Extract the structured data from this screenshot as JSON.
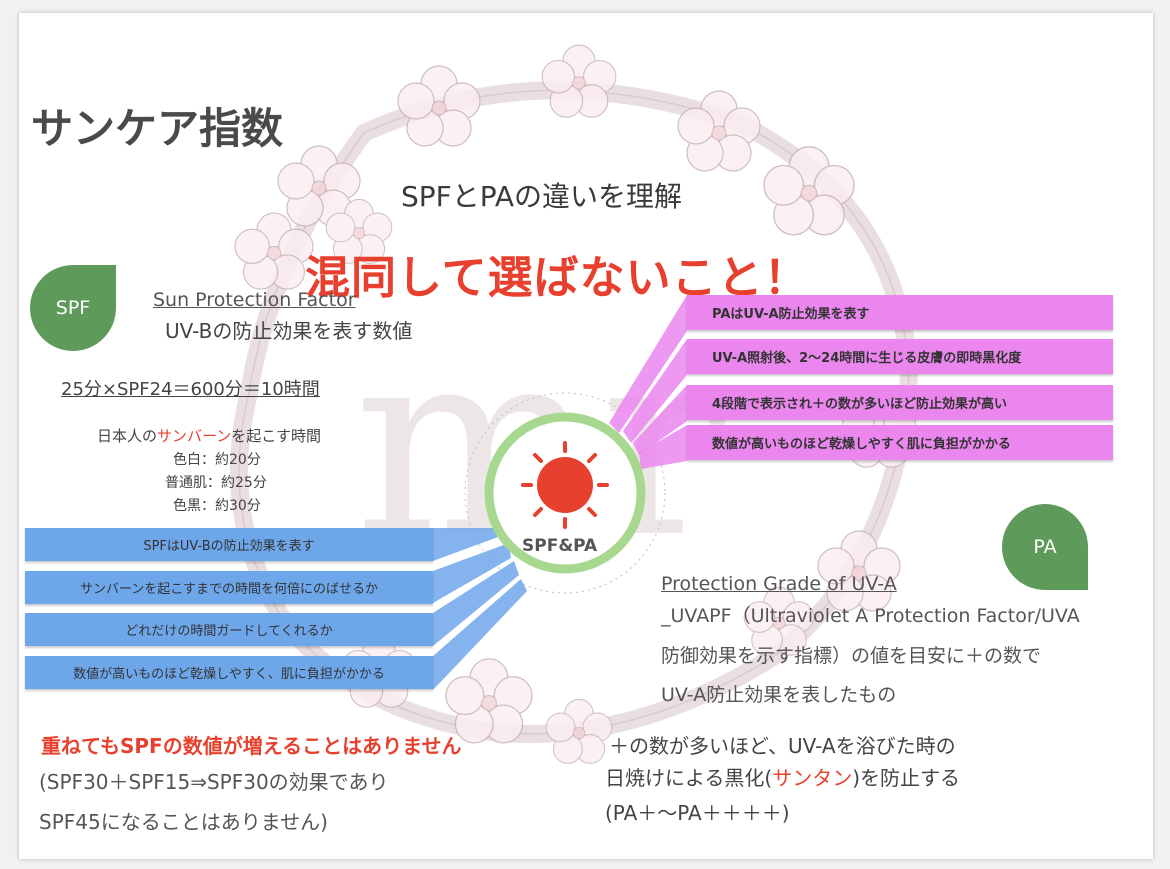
{
  "title": "サンケア指数",
  "subtitle": "SPFとPAの違いを理解",
  "headline": "混同して選ばないこと！",
  "spf": {
    "badge": "SPF",
    "heading": "Sun Protection Factor",
    "desc": "UV-Bの防止効果を表す数値",
    "formula": "25分×SPF24＝600分＝10時間",
    "sunburn_pre": "日本人の",
    "sunburn_red": "サンバーン",
    "sunburn_post": "を起こす時間",
    "skin": [
      "色白：約20分",
      "普通肌：約25分",
      "色黒：約30分"
    ],
    "bars": [
      "SPFはUV-Bの防止効果を表す",
      "サンバーンを起こすまでの時間を何倍にのばせるか",
      "どれだけの時間ガードしてくれるか",
      "数値が高いものほど乾燥しやすく、肌に負担がかかる"
    ],
    "note_red": "重ねてもSPFの数値が増えることはありません",
    "note_lines": [
      "(SPF30＋SPF15⇒SPF30の効果であり",
      "SPF45になることはありません)"
    ]
  },
  "center_label": "SPF&PA",
  "pa": {
    "badge": "PA",
    "heading": "Protection Grade of UV-A",
    "desc_lines": [
      "_UVAPF（Ultraviolet A Protection Factor/UVA",
      "防御効果を示す指標）の値を目安に＋の数で",
      "UV-A防止効果を表したもの"
    ],
    "bars": [
      "PAはUV-A防止効果を表す",
      "UV-A照射後、2～24時間に生じる皮膚の即時黒化度",
      "4段階で表示され＋の数が多いほど防止効果が高い",
      "数値が高いものほど乾燥しやすく肌に負担がかかる"
    ],
    "note1": "＋の数が多いほど、UV-Aを浴びた時の",
    "note2_pre": "日焼けによる黒化(",
    "note2_red": "サンタン",
    "note2_post": ")を防止する",
    "note3": "(PA＋～PA＋＋＋＋)"
  },
  "colors": {
    "headline_red": "#e8402e",
    "badge_green": "#5e9b5b",
    "spf_bar_blue": "#6ea6ea",
    "pa_bar_pink": "#ea86ee",
    "sun_red": "#e8402e",
    "ring_green": "#a8d890"
  }
}
